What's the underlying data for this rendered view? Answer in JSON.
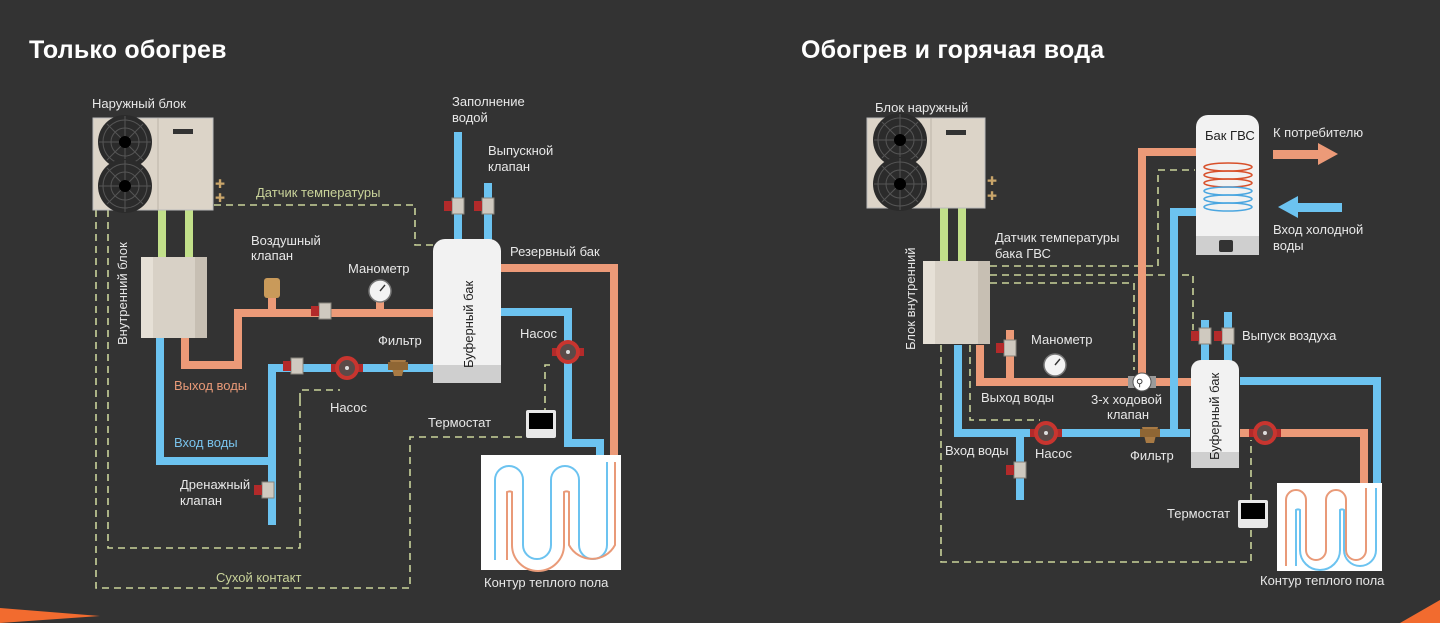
{
  "left": {
    "title": "Только обогрев",
    "labels": {
      "outdoor_unit": "Наружный блок",
      "temp_sensor": "Датчик температуры",
      "fill_water_1": "Заполнение",
      "fill_water_2": "водой",
      "release_valve_1": "Выпускной",
      "release_valve_2": "клапан",
      "reserve_tank": "Резервный бак",
      "indoor_unit": "Внутренний блок",
      "air_valve_1": "Воздушный",
      "air_valve_2": "клапан",
      "manometer": "Манометр",
      "buffer_tank": "Буферный бак",
      "filter": "Фильтр",
      "pump_1": "Насос",
      "pump_2": "Насос",
      "water_out": "Выход воды",
      "water_in": "Вход воды",
      "thermostat": "Термостат",
      "drain_valve_1": "Дренажный",
      "drain_valve_2": "клапан",
      "dry_contact": "Сухой контакт",
      "floor_circuit": "Контур теплого пола"
    }
  },
  "right": {
    "title": "Обогрев и горячая вода",
    "labels": {
      "outdoor_unit": "Блок наружный",
      "dhw_tank": "Бак ГВС",
      "to_consumer": "К потребителю",
      "cold_in_1": "Вход холодной",
      "cold_in_2": "воды",
      "dhw_sensor_1": "Датчик температуры",
      "dhw_sensor_2": "бака ГВС",
      "indoor_unit": "Блок внутренний",
      "manometer": "Манометр",
      "air_release": "Выпуск воздуха",
      "water_out": "Выход воды",
      "three_way_1": "3-х ходовой",
      "three_way_2": "клапан",
      "buffer_tank": "Буферный бак",
      "water_in": "Вход воды",
      "pump": "Насос",
      "filter": "Фильтр",
      "thermostat": "Термостат",
      "floor_circuit": "Контур теплого пола"
    }
  },
  "colors": {
    "background": "#333333",
    "hot_pipe": "#ec9a78",
    "cold_pipe": "#6cc3f0",
    "signal_line": "#c9d39a",
    "accent": "#f26b2f"
  }
}
